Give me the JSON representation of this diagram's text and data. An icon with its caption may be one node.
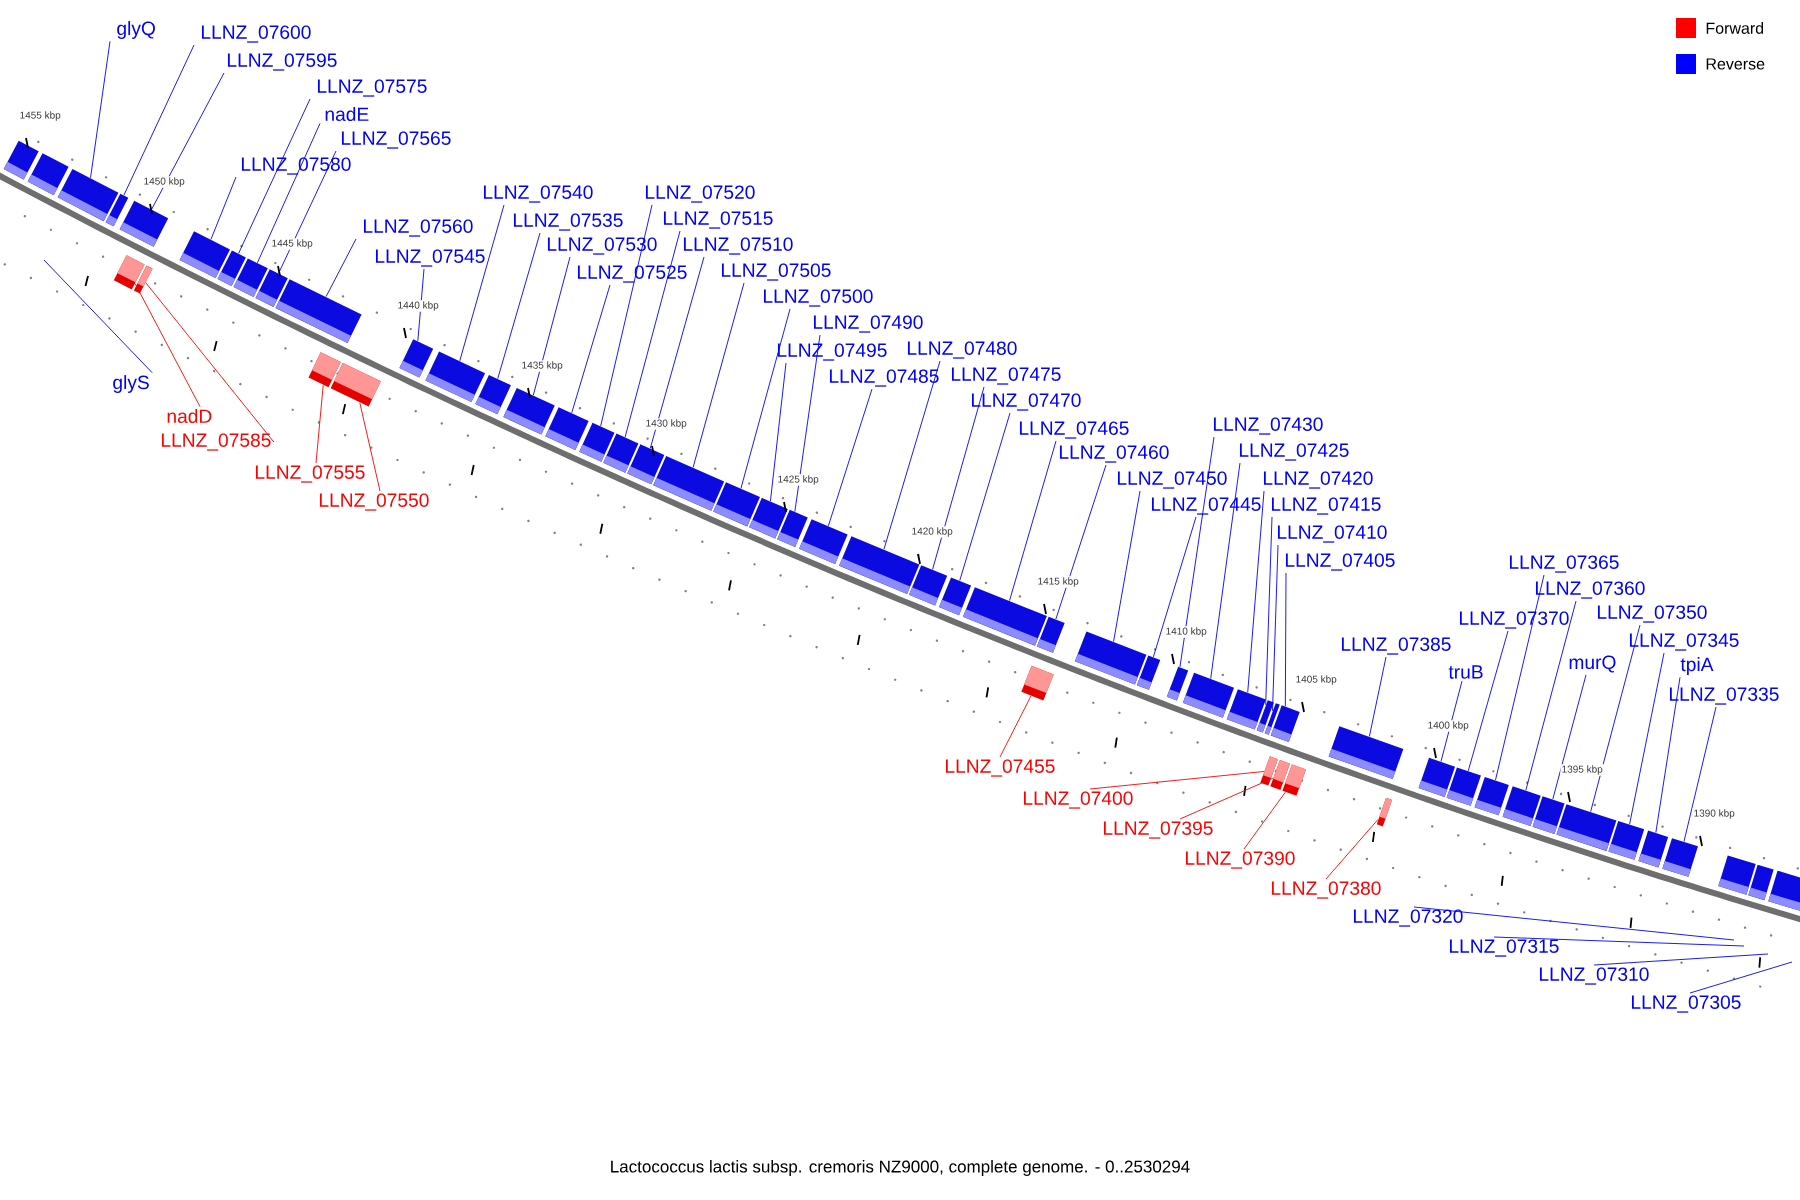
{
  "diagram": {
    "caption": "Lactococcus lactis subsp. cremoris NZ9000, complete genome. - 0..2530294",
    "nodes": [
      {
        "text": [
          "glyQ"
        ]
      },
      {
        "text": [
          "LLNZ_07600"
        ]
      },
      {
        "text": [
          "LLNZ_07595"
        ]
      },
      {
        "text": [
          "LLNZ_07575"
        ]
      },
      {
        "text": [
          "nadE"
        ]
      },
      {
        "text": [
          "LLNZ_07565"
        ]
      },
      {
        "text": [
          "LLNZ_07580"
        ]
      },
      {
        "text": [
          "LLNZ_07560"
        ]
      },
      {
        "text": [
          "LLNZ_07545"
        ]
      },
      {
        "text": [
          "LLNZ_07540"
        ]
      },
      {
        "text": [
          "LLNZ_07535"
        ]
      },
      {
        "text": [
          "LLNZ_07530"
        ]
      },
      {
        "text": [
          "LLNZ_07525"
        ]
      },
      {
        "text": [
          "LLNZ_07520"
        ]
      },
      {
        "text": [
          "LLNZ_07515"
        ]
      },
      {
        "text": [
          "LLNZ_07510"
        ]
      },
      {
        "text": [
          "LLNZ_07505"
        ]
      },
      {
        "text": [
          "LLNZ_07500"
        ]
      },
      {
        "text": [
          "LLNZ_07490"
        ]
      },
      {
        "text": [
          "LLNZ_07495"
        ]
      },
      {
        "text": [
          "LLNZ_07485"
        ]
      },
      {
        "text": [
          "LLNZ_07480"
        ]
      },
      {
        "text": [
          "LLNZ_07475"
        ]
      },
      {
        "text": [
          "LLNZ_07470"
        ]
      },
      {
        "text": [
          "LLNZ_07465"
        ]
      },
      {
        "text": [
          "LLNZ_07460"
        ]
      },
      {
        "text": [
          "LLNZ_07450"
        ]
      },
      {
        "text": [
          "LLNZ_07445"
        ]
      },
      {
        "text": [
          "LLNZ_07430"
        ]
      },
      {
        "text": [
          "LLNZ_07425"
        ]
      },
      {
        "text": [
          "LLNZ_07420"
        ]
      },
      {
        "text": [
          "LLNZ_07415"
        ]
      },
      {
        "text": [
          "LLNZ_07410"
        ]
      },
      {
        "text": [
          "LLNZ_07405"
        ]
      },
      {
        "text": [
          "LLNZ_07385"
        ]
      },
      {
        "text": [
          "LLNZ_07365"
        ]
      },
      {
        "text": [
          "LLNZ_07360"
        ]
      },
      {
        "text": [
          "LLNZ_07370"
        ]
      },
      {
        "text": [
          "truB"
        ]
      },
      {
        "text": [
          "murQ"
        ]
      },
      {
        "text": [
          "LLNZ_07350"
        ]
      },
      {
        "text": [
          "LLNZ_07345"
        ]
      },
      {
        "text": [
          "tpiA"
        ]
      },
      {
        "text": [
          "LLNZ_07335"
        ]
      },
      {
        "text": [
          "glyS"
        ]
      },
      {
        "text": [
          "nadD"
        ]
      },
      {
        "text": [
          "LLNZ_07585"
        ]
      },
      {
        "text": [
          "LLNZ_07555"
        ]
      },
      {
        "text": [
          "LLNZ_07550"
        ]
      },
      {
        "text": [
          "LLNZ_07455"
        ]
      },
      {
        "text": [
          "LLNZ_07400"
        ]
      },
      {
        "text": [
          "LLNZ_07395"
        ]
      },
      {
        "text": [
          "LLNZ_07390"
        ]
      },
      {
        "text": [
          "LLNZ_07380"
        ]
      },
      {
        "text": [
          "LLNZ_07320"
        ]
      },
      {
        "text": [
          "LLNZ_07315"
        ]
      },
      {
        "text": [
          "LLNZ_07310"
        ]
      },
      {
        "text": [
          "LLNZ_07305"
        ]
      },
      {
        "text": [],
        "shape": "box"
      },
      {
        "text": [],
        "shape": "box"
      },
      {
        "text": [],
        "shape": "box"
      },
      {
        "text": [],
        "shape": "box"
      },
      {
        "text": [],
        "shape": "box"
      },
      {
        "text": [],
        "shape": "box"
      },
      {
        "text": [],
        "shape": "box"
      },
      {
        "text": [],
        "shape": "box"
      },
      {
        "text": [],
        "shape": "box"
      },
      {
        "text": [],
        "shape": "box"
      },
      {
        "text": [],
        "shape": "box"
      },
      {
        "text": [],
        "shape": "box"
      },
      {
        "text": [],
        "shape": "box"
      },
      {
        "text": [],
        "shape": "box"
      },
      {
        "text": [],
        "shape": "box"
      },
      {
        "text": [],
        "shape": "box"
      },
      {
        "text": [],
        "shape": "box"
      },
      {
        "text": [],
        "shape": "box"
      },
      {
        "text": [],
        "shape": "box"
      },
      {
        "text": [],
        "shape": "box"
      },
      {
        "text": [],
        "shape": "box"
      },
      {
        "text": [],
        "shape": "box"
      },
      {
        "text": [],
        "shape": "box"
      },
      {
        "text": [],
        "shape": "box"
      },
      {
        "text": [],
        "shape": "box"
      },
      {
        "text": [],
        "shape": "box"
      },
      {
        "text": [],
        "shape": "box"
      },
      {
        "text": [],
        "shape": "box"
      },
      {
        "text": [],
        "shape": "box"
      },
      {
        "text": [],
        "shape": "box"
      },
      {
        "text": [],
        "shape": "box"
      },
      {
        "text": [],
        "shape": "box"
      },
      {
        "text": [],
        "shape": "box"
      },
      {
        "text": [],
        "shape": "box"
      },
      {
        "text": [],
        "shape": "box"
      },
      {
        "text": [],
        "shape": "box"
      },
      {
        "text": [],
        "shape": "box"
      },
      {
        "text": [],
        "shape": "box"
      },
      {
        "text": [],
        "shape": "box"
      },
      {
        "text": [],
        "shape": "box"
      },
      {
        "text": [],
        "shape": "box"
      },
      {
        "text": [],
        "shape": "box"
      },
      {
        "text": [],
        "shape": "box"
      },
      {
        "text": [],
        "shape": "box"
      },
      {
        "text": [],
        "shape": "box"
      },
      {
        "text": [],
        "shape": "box"
      },
      {
        "text": [],
        "shape": "box"
      },
      {
        "text": [],
        "shape": "box"
      },
      {
        "text": [],
        "shape": "box"
      },
      {
        "text": [],
        "shape": "box"
      },
      {
        "text": [],
        "shape": "box"
      },
      {
        "text": [],
        "shape": "box"
      },
      {
        "text": [],
        "shape": "box"
      },
      {
        "text": [],
        "shape": "box"
      },
      {
        "text": [],
        "shape": "box"
      },
      {
        "text": [],
        "shape": "box"
      },
      {
        "text": [],
        "shape": "box"
      },
      {
        "text": [],
        "shape": "box"
      }
    ],
    "edges": [
      {
        "from": 0,
        "to": 60,
        "arrow": "none"
      },
      {
        "from": 1,
        "to": 61,
        "arrow": "none"
      },
      {
        "from": 2,
        "to": 62,
        "arrow": "none"
      },
      {
        "from": 3,
        "to": 64,
        "arrow": "none"
      },
      {
        "from": 4,
        "to": 65,
        "arrow": "none"
      },
      {
        "from": 5,
        "to": 66,
        "arrow": "none"
      },
      {
        "from": 6,
        "to": 63,
        "arrow": "none"
      },
      {
        "from": 7,
        "to": 67,
        "arrow": "none"
      },
      {
        "from": 8,
        "to": 68,
        "arrow": "none"
      },
      {
        "from": 9,
        "to": 69,
        "arrow": "none"
      },
      {
        "from": 10,
        "to": 70,
        "arrow": "none"
      },
      {
        "from": 11,
        "to": 71,
        "arrow": "none"
      },
      {
        "from": 12,
        "to": 72,
        "arrow": "none"
      },
      {
        "from": 13,
        "to": 73,
        "arrow": "none"
      },
      {
        "from": 14,
        "to": 74,
        "arrow": "none"
      },
      {
        "from": 15,
        "to": 75,
        "arrow": "none"
      },
      {
        "from": 16,
        "to": 76,
        "arrow": "none"
      },
      {
        "from": 17,
        "to": 77,
        "arrow": "none"
      },
      {
        "from": 18,
        "to": 79,
        "arrow": "none"
      },
      {
        "from": 19,
        "to": 78,
        "arrow": "none"
      },
      {
        "from": 20,
        "to": 80,
        "arrow": "none"
      },
      {
        "from": 21,
        "to": 81,
        "arrow": "none"
      },
      {
        "from": 22,
        "to": 82,
        "arrow": "none"
      },
      {
        "from": 23,
        "to": 83,
        "arrow": "none"
      },
      {
        "from": 24,
        "to": 84,
        "arrow": "none"
      },
      {
        "from": 25,
        "to": 85,
        "arrow": "none"
      },
      {
        "from": 26,
        "to": 86,
        "arrow": "none"
      },
      {
        "from": 27,
        "to": 87,
        "arrow": "none"
      },
      {
        "from": 28,
        "to": 88,
        "arrow": "none"
      },
      {
        "from": 29,
        "to": 89,
        "arrow": "none"
      },
      {
        "from": 30,
        "to": 90,
        "arrow": "none"
      },
      {
        "from": 31,
        "to": 91,
        "arrow": "none"
      },
      {
        "from": 32,
        "to": 92,
        "arrow": "none"
      },
      {
        "from": 33,
        "to": 93,
        "arrow": "none"
      },
      {
        "from": 34,
        "to": 94,
        "arrow": "none"
      },
      {
        "from": 35,
        "to": 97,
        "arrow": "none"
      },
      {
        "from": 36,
        "to": 98,
        "arrow": "none"
      },
      {
        "from": 37,
        "to": 96,
        "arrow": "none"
      },
      {
        "from": 38,
        "to": 95,
        "arrow": "none"
      },
      {
        "from": 39,
        "to": 99,
        "arrow": "none"
      },
      {
        "from": 40,
        "to": 100,
        "arrow": "none"
      },
      {
        "from": 41,
        "to": 101,
        "arrow": "none"
      },
      {
        "from": 42,
        "to": 102,
        "arrow": "none"
      },
      {
        "from": 43,
        "to": 103,
        "arrow": "none"
      },
      {
        "from": 44,
        "to": null,
        "arrow": "none"
      },
      {
        "from": 45,
        "to": 107,
        "arrow": "none",
        "color": "#ff0000"
      },
      {
        "from": 46,
        "to": 108,
        "arrow": "none",
        "color": "#ff0000"
      },
      {
        "from": 47,
        "to": 109,
        "arrow": "none",
        "color": "#ff0000"
      },
      {
        "from": 48,
        "to": 110,
        "arrow": "none",
        "color": "#ff0000"
      },
      {
        "from": 49,
        "to": 111,
        "arrow": "none",
        "color": "#ff0000"
      },
      {
        "from": 50,
        "to": 112,
        "arrow": "none",
        "color": "#ff0000"
      },
      {
        "from": 51,
        "to": 113,
        "arrow": "none",
        "color": "#ff0000"
      },
      {
        "from": 52,
        "to": 114,
        "arrow": "none",
        "color": "#ff0000"
      },
      {
        "from": 53,
        "to": 115,
        "arrow": "none",
        "color": "#ff0000"
      },
      {
        "from": 54,
        "to": null,
        "arrow": "none"
      },
      {
        "from": 55,
        "to": null,
        "arrow": "none"
      },
      {
        "from": 56,
        "to": null,
        "arrow": "none"
      },
      {
        "from": 57,
        "to": null,
        "arrow": "none"
      }
    ],
    "labels": [
      "1455 kbp",
      "1450 kbp",
      "1445 kbp",
      "1440 kbp",
      "1435 kbp",
      "1430 kbp",
      "1425 kbp",
      "1420 kbp",
      "1415 kbp",
      "1410 kbp",
      "1405 kbp",
      "1400 kbp",
      "1395 kbp",
      "1390 kbp"
    ],
    "legend": [
      {
        "text": "Forward",
        "color": "#ff0000"
      },
      {
        "text": "Reverse",
        "color": "#0000ff"
      }
    ]
  }
}
